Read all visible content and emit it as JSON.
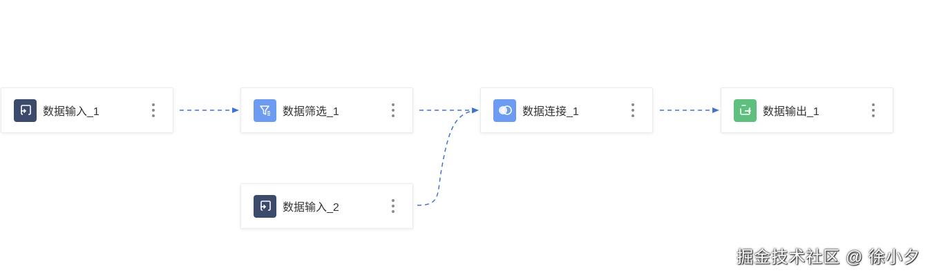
{
  "nodes": [
    {
      "id": "input1",
      "label": "数据输入_1",
      "icon": "data-input-icon",
      "color": "#3c4a6b"
    },
    {
      "id": "filter1",
      "label": "数据筛选_1",
      "icon": "data-filter-icon",
      "color": "#6e9bf2"
    },
    {
      "id": "join1",
      "label": "数据连接_1",
      "icon": "data-join-icon",
      "color": "#6e9bf2"
    },
    {
      "id": "output1",
      "label": "数据输出_1",
      "icon": "data-output-icon",
      "color": "#5fbf7f"
    },
    {
      "id": "input2",
      "label": "数据输入_2",
      "icon": "data-input-icon",
      "color": "#3c4a6b"
    }
  ],
  "edges": [
    {
      "from": "input1",
      "to": "filter1"
    },
    {
      "from": "filter1",
      "to": "join1"
    },
    {
      "from": "input2",
      "to": "join1"
    },
    {
      "from": "join1",
      "to": "output1"
    }
  ],
  "edge_color": "#3f73d6",
  "watermark": "掘金技术社区 @ 徐小夕"
}
